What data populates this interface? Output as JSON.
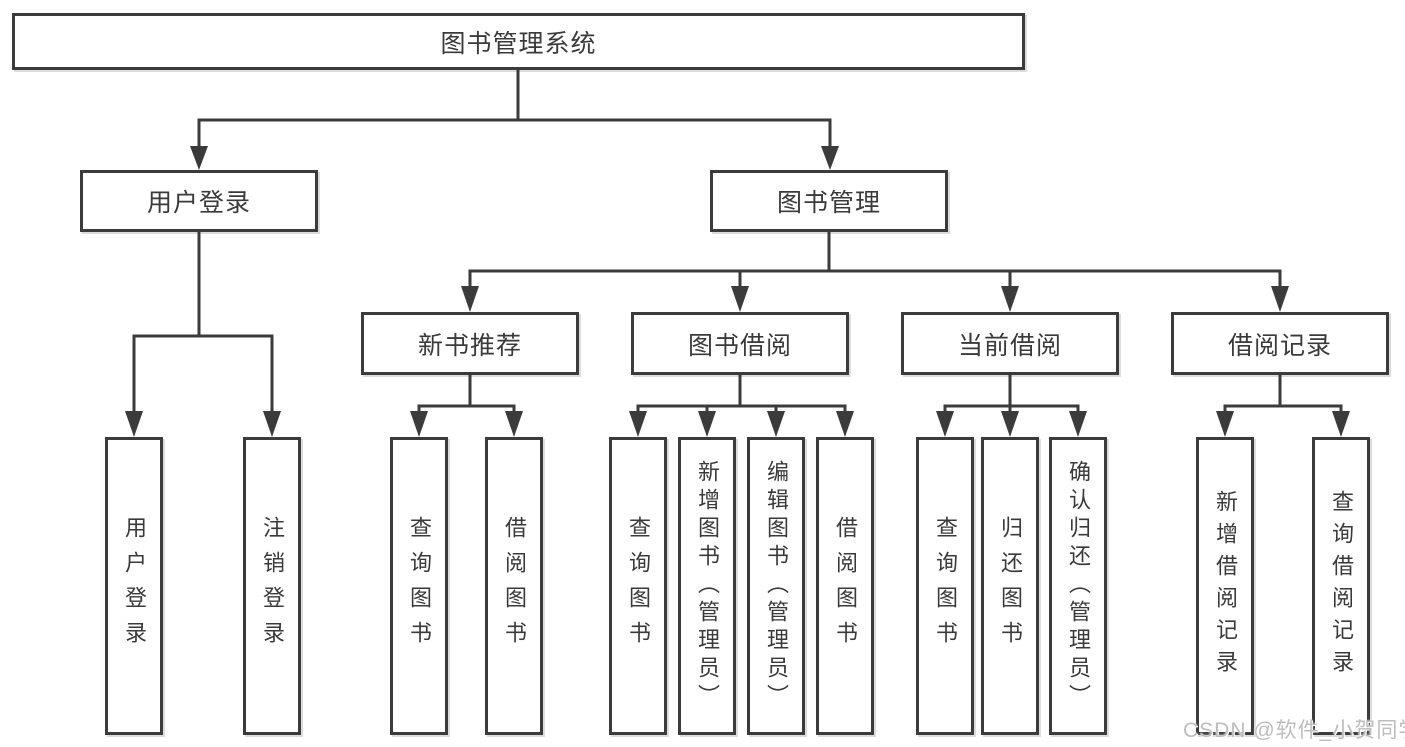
{
  "watermark": "CSDN @软件_小贺同学",
  "colors": {
    "line": "#3b3b3b",
    "text": "#3a3a3a",
    "watermark": "#bdbdbd",
    "background": "#ffffff"
  },
  "tree": {
    "label": "图书管理系统",
    "children": [
      {
        "label": "用户登录",
        "children": [
          {
            "label": "用户登录"
          },
          {
            "label": "注销登录"
          }
        ]
      },
      {
        "label": "图书管理",
        "children": [
          {
            "label": "新书推荐",
            "children": [
              {
                "label": "查询图书"
              },
              {
                "label": "借阅图书"
              }
            ]
          },
          {
            "label": "图书借阅",
            "children": [
              {
                "label": "查询图书"
              },
              {
                "label": "新增图书（管理员）"
              },
              {
                "label": "编辑图书（管理员）"
              },
              {
                "label": "借阅图书"
              }
            ]
          },
          {
            "label": "当前借阅",
            "children": [
              {
                "label": "查询图书"
              },
              {
                "label": "归还图书"
              },
              {
                "label": "确认归还（管理员）"
              }
            ]
          },
          {
            "label": "借阅记录",
            "children": [
              {
                "label": "新增借阅记录"
              },
              {
                "label": "查询借阅记录"
              }
            ]
          }
        ]
      }
    ]
  }
}
